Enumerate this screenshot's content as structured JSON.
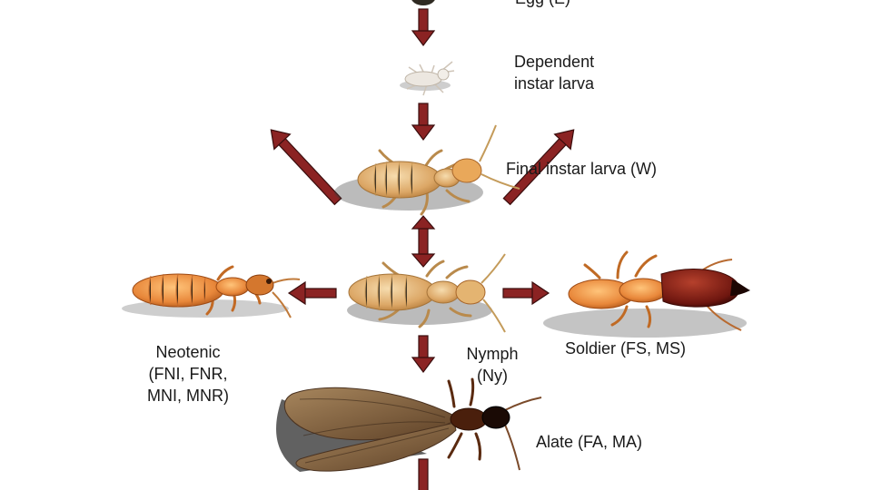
{
  "stages": {
    "egg": {
      "label": "Egg (E)"
    },
    "dependent_larva": {
      "lines": [
        "Dependent",
        "instar larva"
      ]
    },
    "final_larva": {
      "label": "Final instar larva (W)"
    },
    "neotenic": {
      "lines": [
        "Neotenic",
        "(FNI, FNR,",
        "MNI, MNR)"
      ]
    },
    "nymph": {
      "lines": [
        "Nymph",
        "(Ny)"
      ]
    },
    "soldier": {
      "label": "Soldier (FS, MS)"
    },
    "alate": {
      "label": "Alate (FA, MA)"
    }
  },
  "colors": {
    "arrow_fill": "#8b2323",
    "arrow_stroke": "#3a0d0d",
    "worker_body": "#e3b173",
    "neotenic_body": "#e98c3c",
    "soldier_head": "#7a1b12",
    "alate_wing": "#8a6a45",
    "shadow": "#3b3b3b"
  }
}
